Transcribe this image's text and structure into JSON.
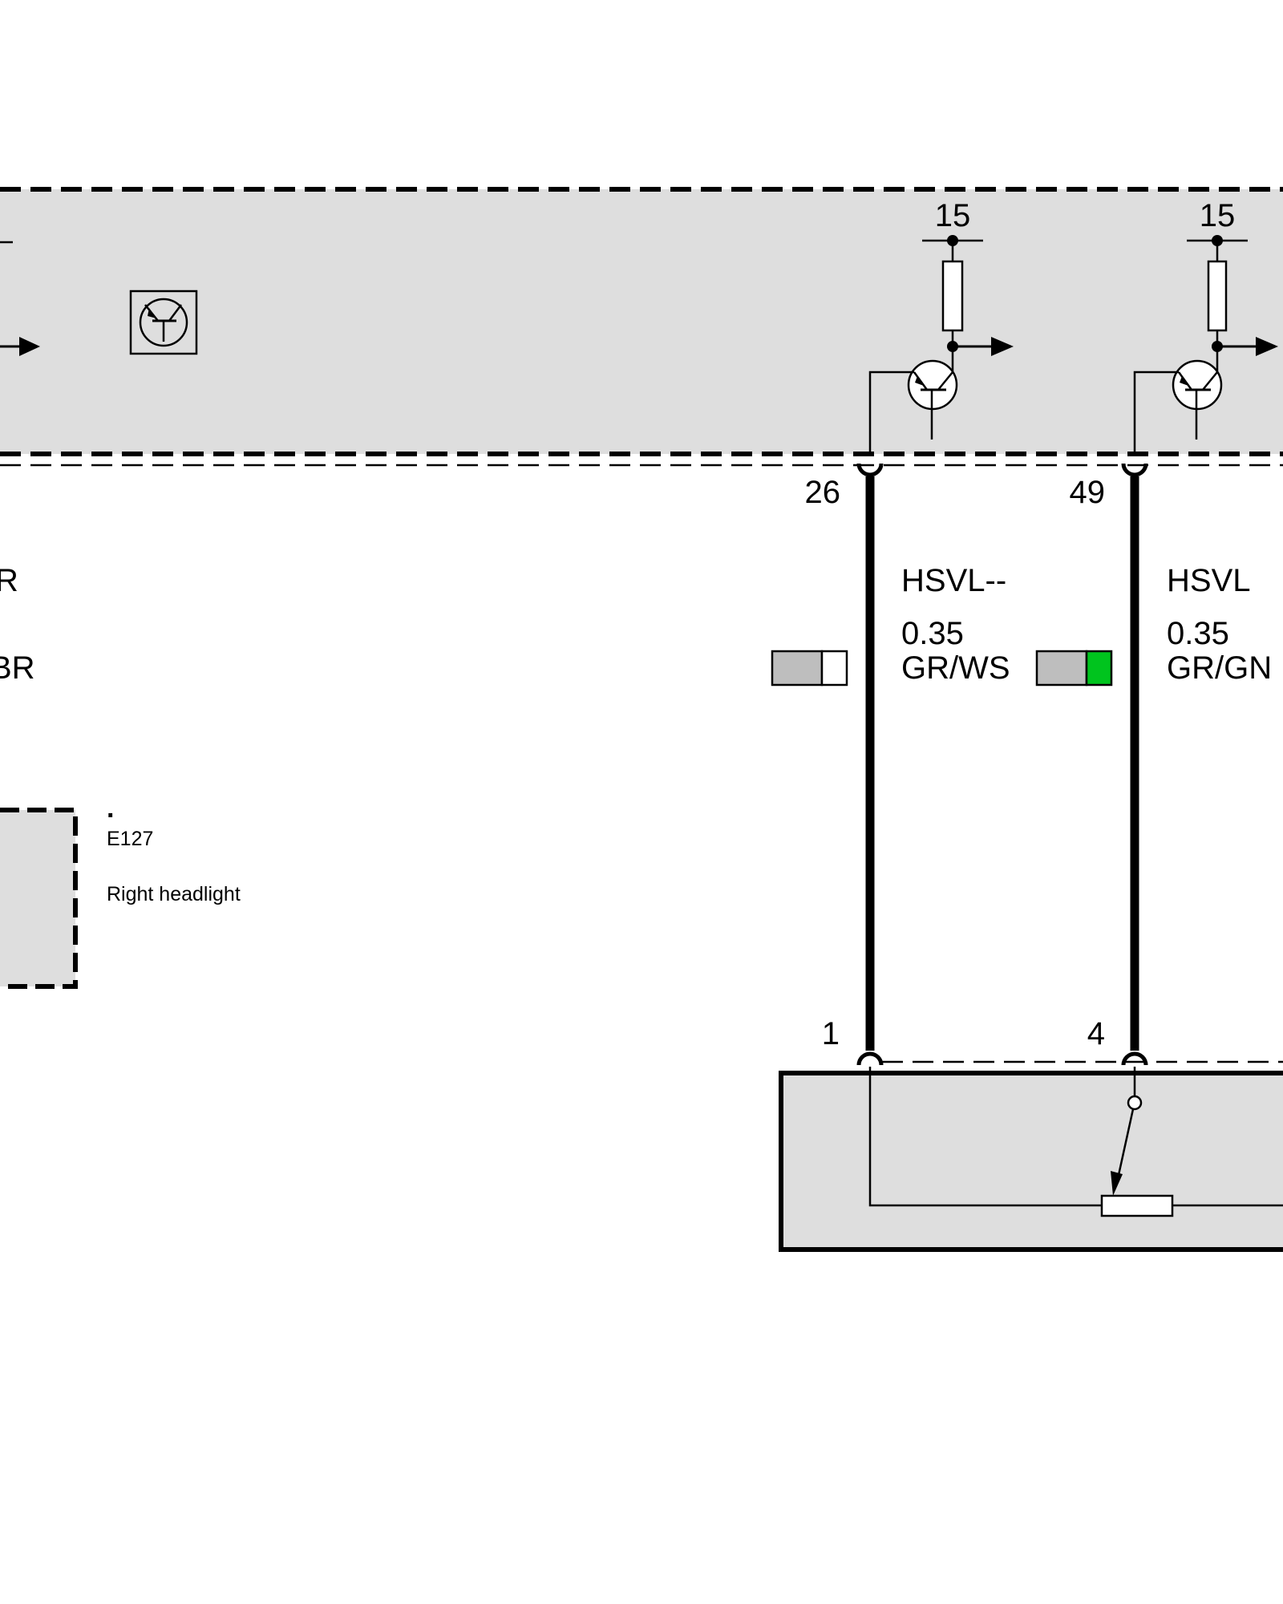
{
  "terminals": {
    "left_15": "15",
    "right_15": "15"
  },
  "pins": {
    "upper_left": "26",
    "upper_right": "49",
    "lower_left": "1",
    "lower_right": "4"
  },
  "wires": [
    {
      "signal": "HSVL--",
      "size": "0.35",
      "color_code": "GR/WS",
      "stripe_colors": [
        "#bebebe",
        "#ffffff"
      ]
    },
    {
      "signal": "HSVL",
      "size": "0.35",
      "color_code": "GR/GN",
      "stripe_colors": [
        "#bebebe",
        "#00c41e"
      ]
    }
  ],
  "left_cutoff": {
    "line1": "R",
    "line2": "BR"
  },
  "component": {
    "dot": ".",
    "id": "E127",
    "name": "Right headlight"
  },
  "colors": {
    "module_fill": "#dedede",
    "line": "#000000"
  }
}
